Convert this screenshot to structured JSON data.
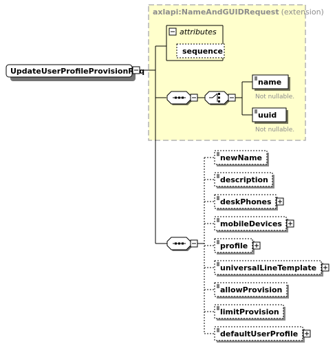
{
  "root": {
    "label": "UpdateUserProfileProvisionReq"
  },
  "extension": {
    "name": "axlapi:NameAndGUIDRequest",
    "kind": "(extension)"
  },
  "attributes": {
    "label": "attributes",
    "sequence_label": "sequence"
  },
  "choice_elements": [
    {
      "label": "name",
      "note": "Not nullable."
    },
    {
      "label": "uuid",
      "note": "Not nullable."
    }
  ],
  "sequence_elements": [
    {
      "label": "newName",
      "expandable": false
    },
    {
      "label": "description",
      "expandable": false
    },
    {
      "label": "deskPhones",
      "expandable": true
    },
    {
      "label": "mobileDevices",
      "expandable": true
    },
    {
      "label": "profile",
      "expandable": true
    },
    {
      "label": "universalLineTemplate",
      "expandable": true
    },
    {
      "label": "allowProvision",
      "expandable": false
    },
    {
      "label": "limitProvision",
      "expandable": false
    },
    {
      "label": "defaultUserProfile",
      "expandable": true
    }
  ],
  "colors": {
    "extension_fill": "#ffffcc",
    "extension_border": "#b4b4b4",
    "line": "#000000",
    "note": "#8c8c8c"
  }
}
